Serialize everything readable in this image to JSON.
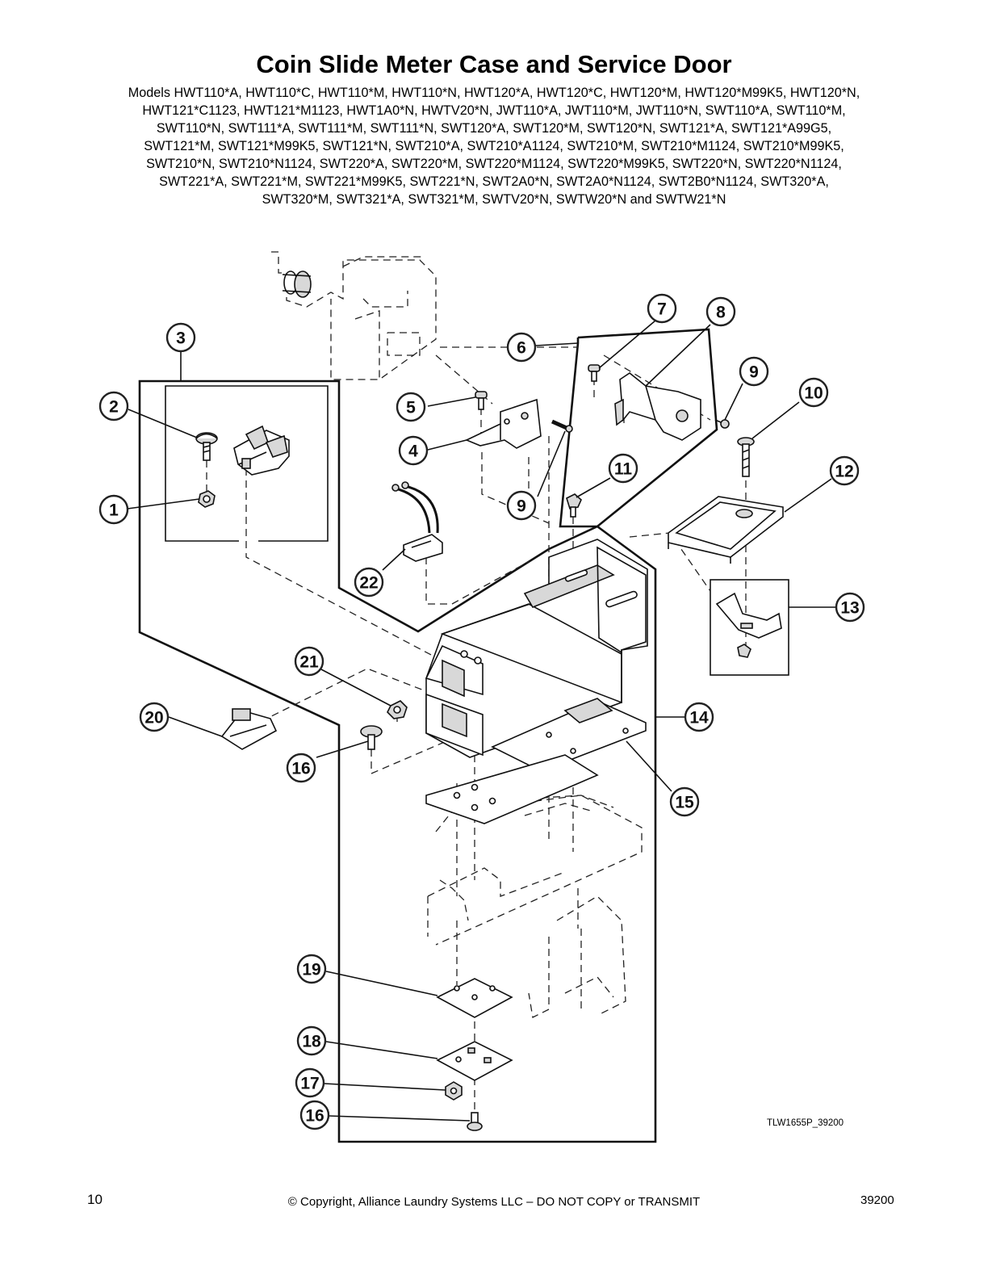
{
  "page": {
    "title": "Coin Slide Meter Case and Service Door",
    "model_lines": [
      "Models HWT110*A, HWT110*C, HWT110*M, HWT110*N, HWT120*A, HWT120*C, HWT120*M, HWT120*M99K5, HWT120*N,",
      "HWT121*C1123, HWT121*M1123, HWT1A0*N, HWTV20*N, JWT110*A, JWT110*M, JWT110*N, SWT110*A, SWT110*M,",
      "SWT110*N, SWT111*A, SWT111*M, SWT111*N, SWT120*A, SWT120*M, SWT120*N, SWT121*A, SWT121*A99G5,",
      "SWT121*M, SWT121*M99K5, SWT121*N, SWT210*A, SWT210*A1124, SWT210*M, SWT210*M1124, SWT210*M99K5,",
      "SWT210*N, SWT210*N1124, SWT220*A, SWT220*M, SWT220*M1124, SWT220*M99K5, SWT220*N, SWT220*N1124,",
      "SWT221*A, SWT221*M, SWT221*M99K5, SWT221*N, SWT2A0*N, SWT2A0*N1124, SWT2B0*N1124, SWT320*A,",
      "SWT320*M, SWT321*A, SWT321*M, SWTV20*N, SWTW20*N and SWTW21*N"
    ]
  },
  "diagram": {
    "callouts": [
      "1",
      "2",
      "3",
      "4",
      "5",
      "6",
      "7",
      "8",
      "9",
      "9",
      "10",
      "11",
      "12",
      "13",
      "14",
      "15",
      "16",
      "16",
      "17",
      "18",
      "19",
      "20",
      "21",
      "22"
    ],
    "drawing_id": "TLW1655P_39200"
  },
  "footer": {
    "page_number": "10",
    "copyright": "© Copyright, Alliance Laundry Systems LLC – DO NOT COPY or TRANSMIT",
    "doc_number": "39200"
  }
}
